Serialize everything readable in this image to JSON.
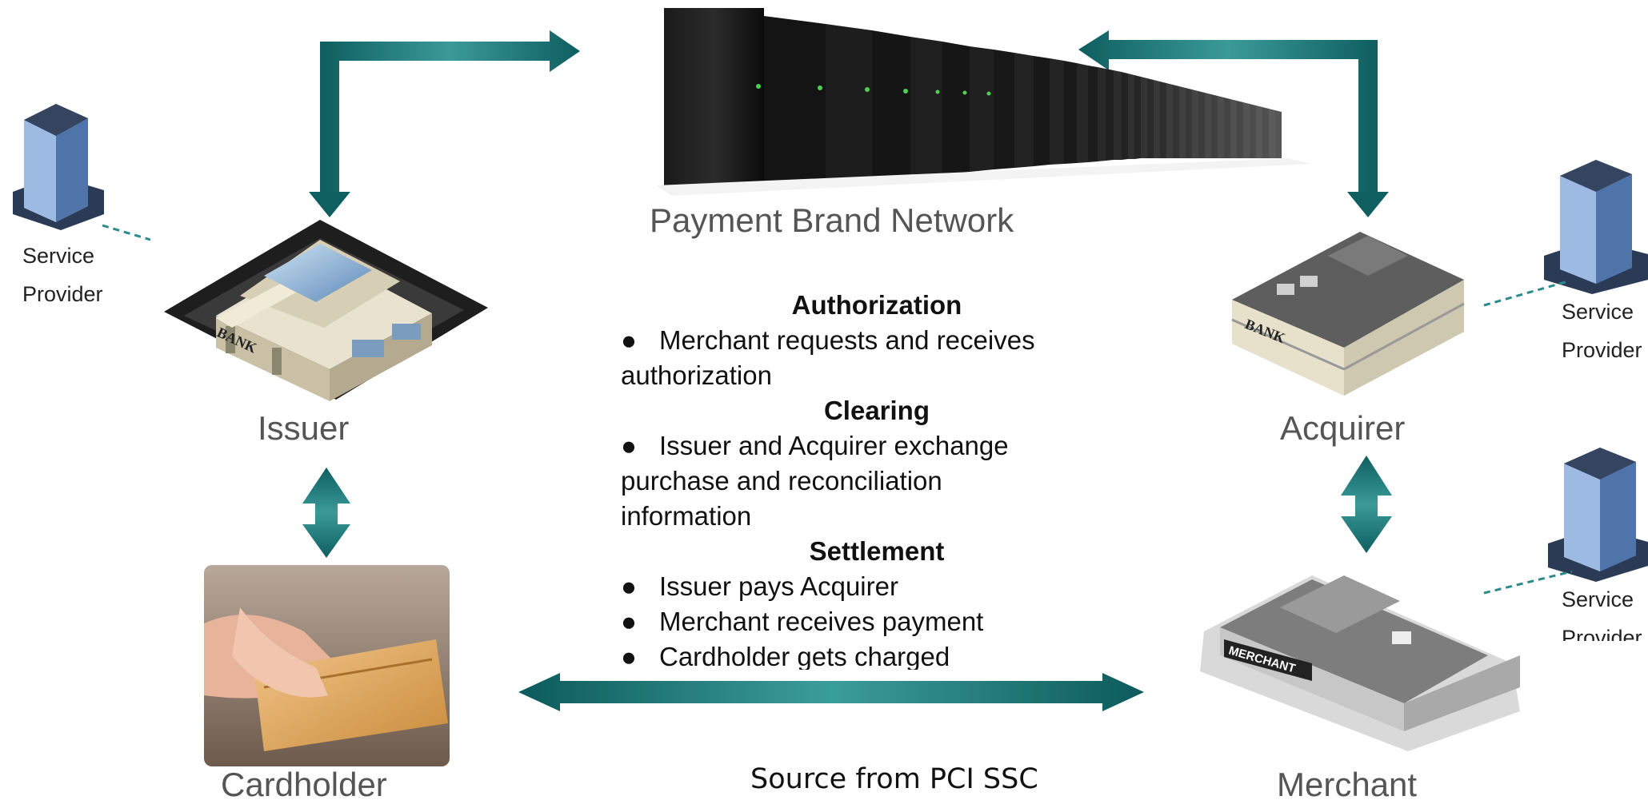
{
  "nodes": {
    "network": "Payment Brand Network",
    "issuer": "Issuer",
    "acquirer": "Acquirer",
    "cardholder": "Cardholder",
    "merchant": "Merchant"
  },
  "service_providers": [
    {
      "line1": "Service",
      "line2": "Provider"
    },
    {
      "line1": "Service",
      "line2": "Provider"
    },
    {
      "line1": "Service",
      "line2": "Provider"
    }
  ],
  "process": {
    "authorization": {
      "heading": "Authorization",
      "item1": "Merchant requests and receives",
      "item1_cont": "authorization"
    },
    "clearing": {
      "heading": "Clearing",
      "item1": "Issuer and Acquirer exchange",
      "item1_cont1": "purchase and reconciliation",
      "item1_cont2": "information"
    },
    "settlement": {
      "heading": "Settlement",
      "items": [
        "Issuer pays Acquirer",
        "Merchant receives payment",
        "Cardholder gets charged"
      ]
    },
    "bullet": "●"
  },
  "source": "Source from PCI SSC",
  "colors": {
    "arrow_dark": "#0f5e60",
    "arrow_light": "#3a9a98",
    "dashed": "#2a8a8c"
  }
}
